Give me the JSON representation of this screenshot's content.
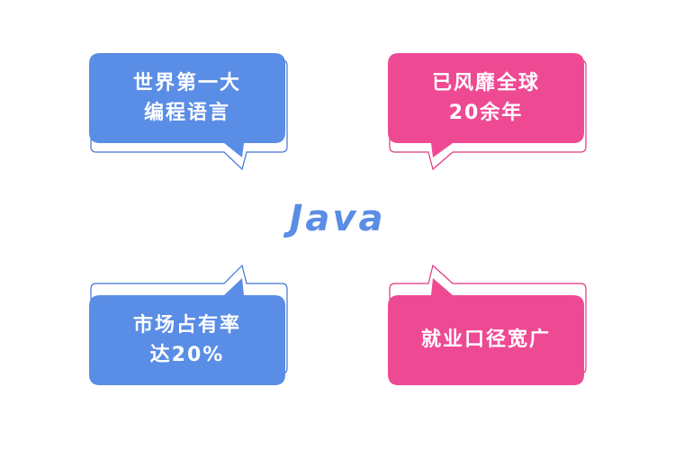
{
  "center_title": "Java",
  "colors": {
    "blue": "#5a8de5",
    "blue_outline": "#3f72d8",
    "pink": "#ee4a94",
    "pink_outline": "#e0357f",
    "title": "#5a8de5"
  },
  "bubbles": [
    {
      "line1": "世界第一大",
      "line2": "编程语言",
      "color": "blue"
    },
    {
      "line1": "已风靡全球",
      "line2": "20余年",
      "color": "pink"
    },
    {
      "line1": "市场占有率",
      "line2": "达20%",
      "color": "blue"
    },
    {
      "line1": "就业口径宽广",
      "line2": "",
      "color": "pink"
    }
  ]
}
